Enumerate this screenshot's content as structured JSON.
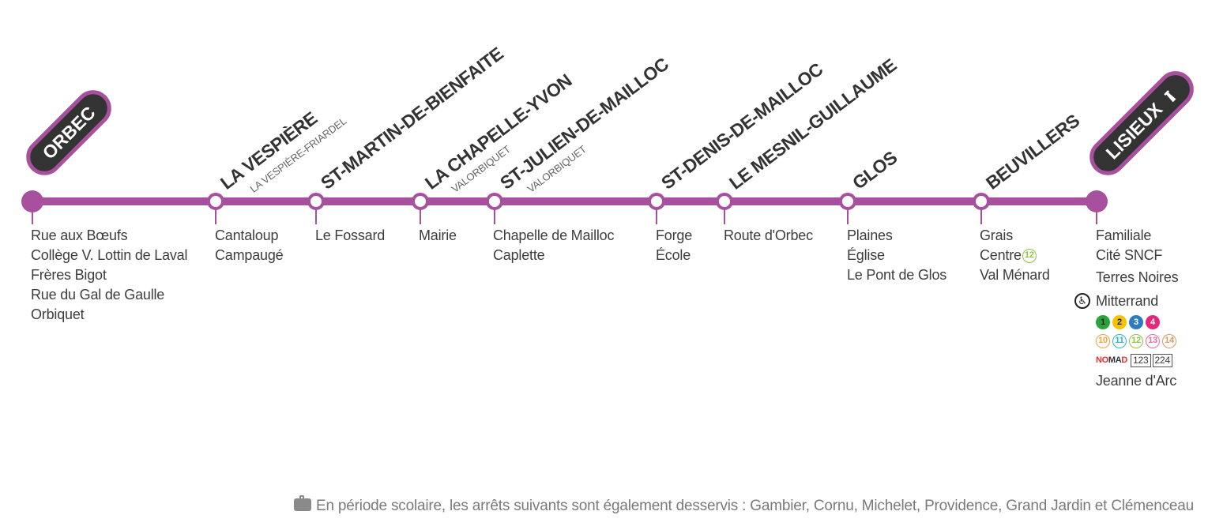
{
  "line_color": "#a6509e",
  "terminus_fill": "#333333",
  "terminals": {
    "start": {
      "name": "ORBEC"
    },
    "end": {
      "name": "LISIEUX",
      "icon": "lighthouse-icon"
    }
  },
  "towns": [
    {
      "name": "LA VESPIÈRE",
      "sub": "LA VESPIÈRE-FRIARDEL",
      "stops": [
        "Cantaloup",
        "Campaugé"
      ]
    },
    {
      "name": "ST-MARTIN-DE-BIENFAITE",
      "sub": "",
      "stops": [
        "Le Fossard"
      ]
    },
    {
      "name": "LA CHAPELLE-YVON",
      "sub": "VALORBIQUET",
      "stops": [
        "Mairie"
      ]
    },
    {
      "name": "ST-JULIEN-DE-MAILLOC",
      "sub": "VALORBIQUET",
      "stops": [
        "Chapelle de Mailloc",
        "Caplette"
      ]
    },
    {
      "name": "ST-DENIS-DE-MAILLOC",
      "sub": "",
      "stops": [
        "Forge",
        "École"
      ]
    },
    {
      "name": "LE MESNIL-GUILLAUME",
      "sub": "",
      "stops": [
        "Route d'Orbec"
      ]
    },
    {
      "name": "GLOS",
      "sub": "",
      "stops": [
        "Plaines",
        "Église",
        "Le Pont de Glos"
      ]
    },
    {
      "name": "BEUVILLERS",
      "sub": "",
      "stops": [
        "Grais",
        "Centre",
        "Val Ménard"
      ]
    }
  ],
  "orbec_stops": [
    "Rue aux Bœufs",
    "Collège V. Lottin de Laval",
    "Frères Bigot",
    "Rue du Gal de Gaulle",
    "Orbiquet"
  ],
  "beuvillers_connection": {
    "line": "12",
    "color": "#8dc63f"
  },
  "lisieux_stops": {
    "familiale": "Familiale",
    "cite": "Cité SNCF",
    "terres": "Terres Noires",
    "mitterrand": "Mitterrand",
    "jeanne": "Jeanne d'Arc"
  },
  "connections": {
    "solid": [
      {
        "label": "1",
        "color": "#2aa33a"
      },
      {
        "label": "2",
        "color": "#f5c400"
      },
      {
        "label": "3",
        "color": "#2f7bbf"
      },
      {
        "label": "4",
        "color": "#e6287a"
      }
    ],
    "ring": [
      {
        "label": "10",
        "color": "#f3a33a"
      },
      {
        "label": "11",
        "color": "#2bb5d8"
      },
      {
        "label": "12",
        "color": "#8dc63f"
      },
      {
        "label": "13",
        "color": "#e86aa8"
      },
      {
        "label": "14",
        "color": "#e0995e"
      }
    ],
    "nomad": {
      "brand_a": "NO",
      "brand_b": "MA",
      "brand_c": "D"
    },
    "nomad_lines": [
      "123",
      "224"
    ]
  },
  "footer": "En période scolaire, les arrêts suivants sont également desservis : Gambier, Cornu, Michelet, Providence, Grand Jardin et Clémenceau"
}
